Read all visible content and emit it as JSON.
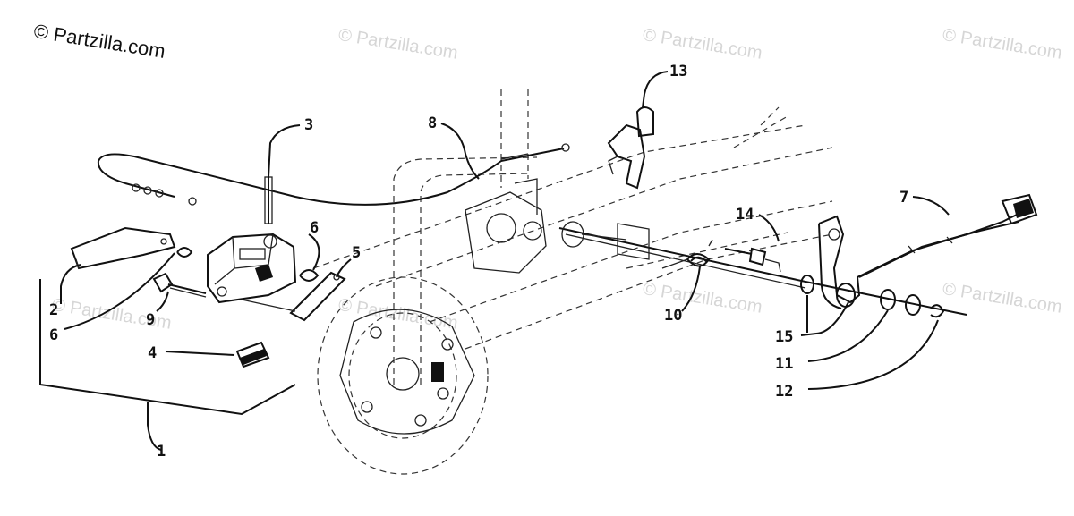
{
  "watermark": {
    "main": "© Partzilla.com",
    "faint": "© Partzilla.com"
  },
  "callouts": {
    "c1": "1",
    "c2": "2",
    "c3": "3",
    "c4": "4",
    "c5": "5",
    "c6a": "6",
    "c6b": "6",
    "c7": "7",
    "c8": "8",
    "c9": "9",
    "c10": "10",
    "c11": "11",
    "c12": "12",
    "c13": "13",
    "c14": "14",
    "c15": "15"
  },
  "colors": {
    "ink": "#111111",
    "watermark": "#d6d6d6",
    "background": "#ffffff"
  },
  "icons": [
    "brake-caliper",
    "brake-disc",
    "brake-pedal",
    "brake-cable",
    "brake-pad",
    "spring",
    "washer",
    "bolt",
    "bracket",
    "pin"
  ]
}
